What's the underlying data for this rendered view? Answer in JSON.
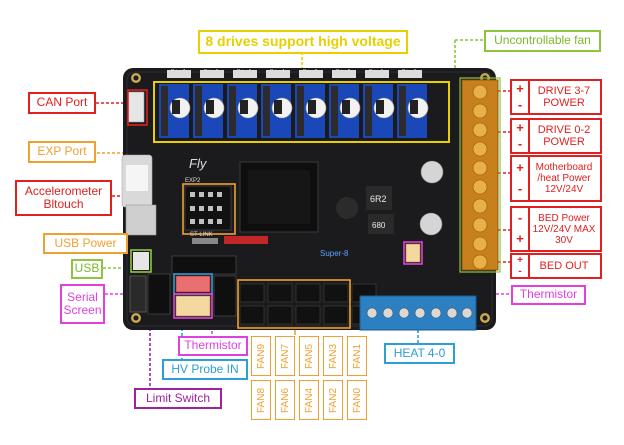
{
  "labels": {
    "drives_title": "8 drives support high voltage",
    "uncontrollable_fan": "Uncontrollable fan",
    "can_port": "CAN Port",
    "exp_port": "EXP Port",
    "accelerometer": "Accelerometer Bltouch",
    "usb_power": "USB Power",
    "usb": "USB",
    "serial_screen": "Serial Screen",
    "thermistor_left": "Thermistor",
    "hv_probe": "HV Probe IN",
    "limit_switch": "Limit Switch",
    "heat": "HEAT 4-0",
    "thermistor_right": "Thermistor"
  },
  "power_labels": [
    {
      "top_sign": "+",
      "bottom_sign": "-",
      "text": "DRIVE 3-7 POWER"
    },
    {
      "top_sign": "+",
      "bottom_sign": "-",
      "text": "DRIVE 0-2 POWER"
    },
    {
      "top_sign": "+",
      "bottom_sign": "-",
      "text": "Motherboard /heat Power 12V/24V"
    },
    {
      "top_sign": "-",
      "bottom_sign": "+",
      "text": "BED Power 12V/24V MAX 30V"
    },
    {
      "top_sign": "+",
      "bottom_sign": "-",
      "text": "BED OUT"
    }
  ],
  "fans_top": [
    "FAN9",
    "FAN7",
    "FAN5",
    "FAN3",
    "FAN1"
  ],
  "fans_bottom": [
    "FAN8",
    "FAN6",
    "FAN4",
    "FAN2",
    "FAN0"
  ],
  "board_text": {
    "drive_names": [
      "Drive7",
      "Drive6",
      "Drive5",
      "Drive4",
      "Drive3",
      "Drive2",
      "Drive1",
      "Drive0"
    ],
    "logo": "Fly",
    "exp2": "EXP2",
    "stlink": "ST-LINK",
    "model": "Super-8",
    "inductor": "6R2",
    "inductor_code": "680"
  },
  "colors": {
    "red": "#e02020",
    "orange": "#f0a030",
    "green": "#8cc63f",
    "pink": "#e040e0",
    "blue": "#2a9fd8",
    "purple": "#a020a0",
    "yellow": "#e8d000",
    "board": "#1b1b1d",
    "terminal": "#c8801e",
    "heat_terminal": "#2c7fc0"
  }
}
